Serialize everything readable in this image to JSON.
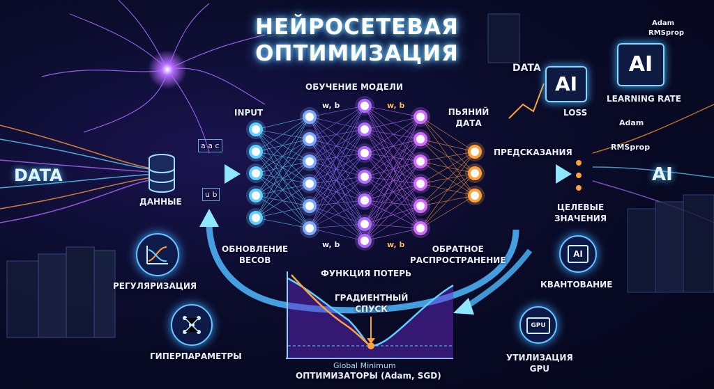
{
  "title": {
    "line1": "НЕЙРОСЕТЕВАЯ",
    "line2": "ОПТИМИЗАЦИЯ"
  },
  "left": {
    "data": "DATA",
    "dannye": "ДАННЫЕ",
    "aac": "a a c",
    "ub": "u b"
  },
  "network": {
    "training": "ОБУЧЕНИЕ МОДЕЛИ",
    "input": "INPUT",
    "wb_top1": "w, b",
    "wb_top2": "w, b",
    "wb_bot1": "w, b",
    "wb_bot2": "w, b",
    "hidden_data": "ПЬЯНИЙ ДАТА",
    "weight_update_1": "ОБНОВЛЕНИЕ",
    "weight_update_2": "ВЕСОВ",
    "backprop_1": "ОБРАТНОЕ",
    "backprop_2": "РАСПРОСТРАНЕНИЕ"
  },
  "right": {
    "predictions": "ПРЕДСКАЗАНИЯ",
    "targets_1": "ЦЕЛЕВЫЕ",
    "targets_2": "ЗНАЧЕНИЯ",
    "data": "DATA",
    "ai1": "AI",
    "ai2": "AI",
    "ai3": "AI",
    "loss": "LOSS",
    "learning_rate": "LEARNING RATE",
    "adam_top": "Adam",
    "rmsprop_top": "RMSprop",
    "adam": "Adam",
    "rmsprop": "RMSprop",
    "quantization": "КВАНТОВАНИЕ",
    "quant_icon": "AI",
    "gpu_icon": "GPU",
    "gpu_1": "УТИЛИЗАЦИЯ",
    "gpu_2": "GPU"
  },
  "bottom": {
    "regularization": "РЕГУЛЯРИЗАЦИЯ",
    "hyperparams": "ГИПЕРПАРАМЕТРЫ",
    "loss_function": "ФУНКЦИЯ ПОТЕРЬ",
    "gd_1": "ГРАДИЕНТНЫЙ",
    "gd_2": "СПУСК",
    "global_min": "Global Minimum",
    "optimizers": "ОПТИМИЗАТОРЫ (Adam, SGD)"
  },
  "colors": {
    "cyan": "#5fd0ff",
    "purple": "#b06bff",
    "orange": "#ffa23a",
    "magenta": "#d26bff"
  }
}
